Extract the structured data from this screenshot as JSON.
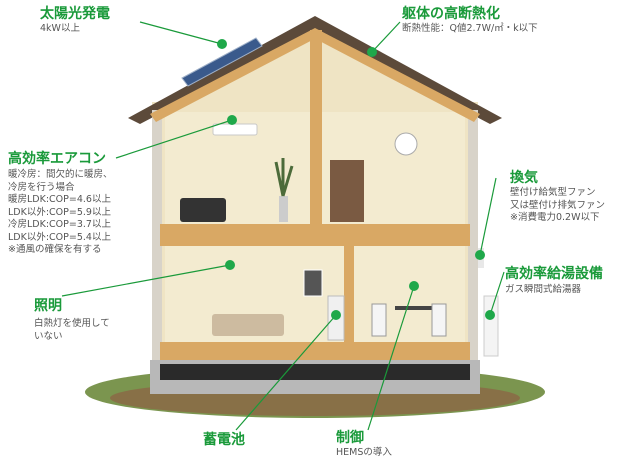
{
  "colors": {
    "accent": "#1a9a3a",
    "dot": "#1fa84a",
    "text": "#555555"
  },
  "features": [
    {
      "id": "solar",
      "title": "太陽光発電",
      "lines": [
        "4kW以上"
      ]
    },
    {
      "id": "insulation",
      "title": "躯体の高断熱化",
      "lines": [
        "断熱性能：Q値2.7W/㎡・k以下"
      ]
    },
    {
      "id": "aircon",
      "title": "高効率エアコン",
      "lines": [
        "暖冷房：間欠的に暖房、",
        "冷房を行う場合",
        "暖房LDK:COP=4.6以上",
        "LDK以外:COP=5.9以上",
        "冷房LDK:COP=3.7以上",
        "LDK以外:COP=5.4以上",
        "※通風の確保を有する"
      ]
    },
    {
      "id": "ventilation",
      "title": "換気",
      "lines": [
        "壁付け給気型ファン",
        "又は壁付け排気ファン",
        "※消費電力0.2W以下"
      ]
    },
    {
      "id": "waterheater",
      "title": "高効率給湯設備",
      "lines": [
        "ガス瞬間式給湯器"
      ]
    },
    {
      "id": "lighting",
      "title": "照明",
      "lines": [
        "白熱灯を使用して",
        "いない"
      ]
    },
    {
      "id": "battery",
      "title": "蓄電池",
      "lines": []
    },
    {
      "id": "control",
      "title": "制御",
      "lines": [
        "HEMSの導入"
      ]
    }
  ]
}
